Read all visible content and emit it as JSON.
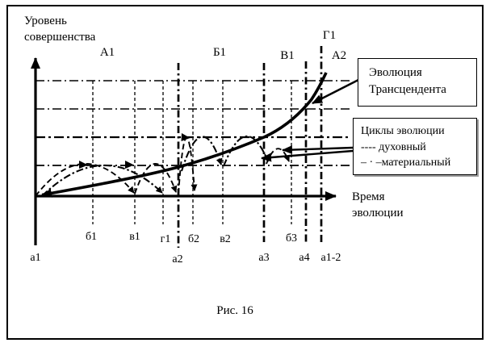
{
  "colors": {
    "ink": "#000000",
    "background": "#ffffff"
  },
  "y_axis": {
    "title_line1": "Уровень",
    "title_line2": "совершенства"
  },
  "x_axis": {
    "title_line1": "Время",
    "title_line2": "эволюции"
  },
  "period_labels": [
    "А1",
    "Б1",
    "В1",
    "Г1",
    "А2"
  ],
  "phase_labels": [
    "б1",
    "в1",
    "г1",
    "б2",
    "в2",
    "б3"
  ],
  "point_labels": [
    "а1",
    "а2",
    "а3",
    "а4",
    "а1-2"
  ],
  "callout_transcendent": {
    "line1": "Эволюция",
    "line2": "Трансцендента"
  },
  "callout_cycles": {
    "title": "Циклы эволюции",
    "spiritual": "---- духовный",
    "material": "– · –материальный"
  },
  "caption": "Рис. 16"
}
